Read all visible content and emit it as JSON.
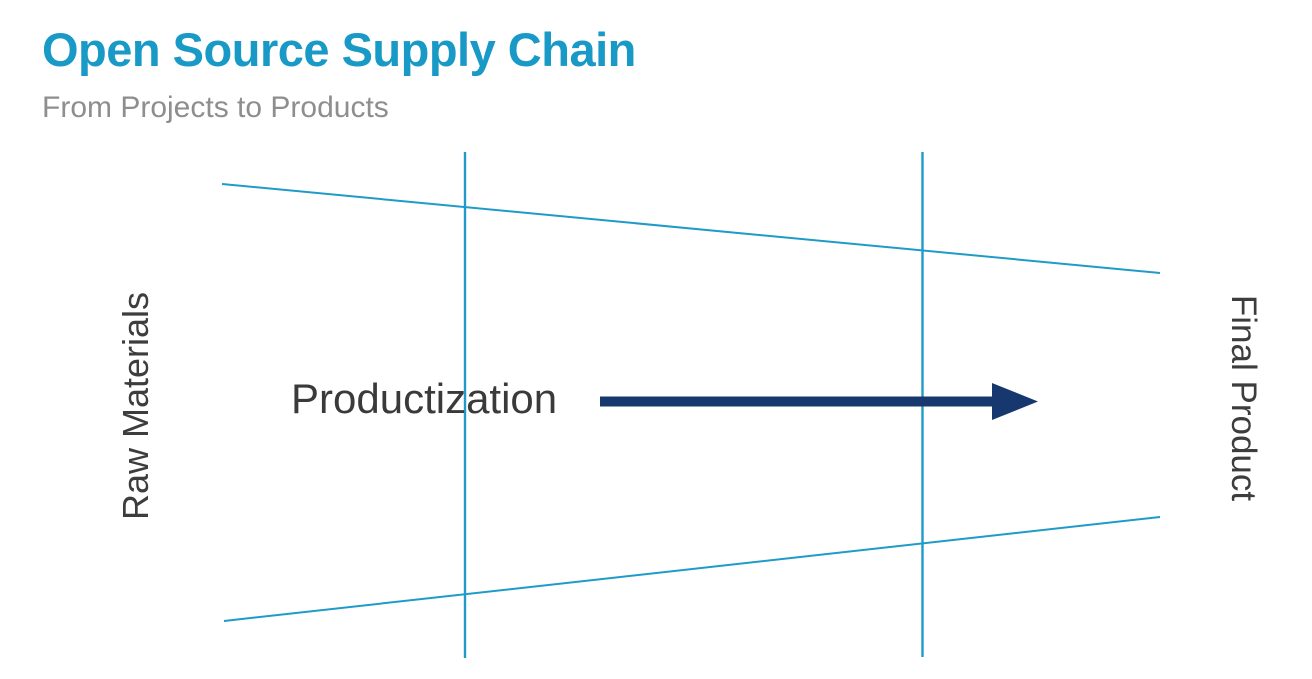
{
  "slide": {
    "title": "Open Source Supply Chain",
    "subtitle": "From Projects to Products"
  },
  "diagram": {
    "left_label": "Raw Materials",
    "right_label": "Final Product",
    "center_label": "Productization",
    "arrow_icon": "right-arrow"
  },
  "colors": {
    "title_blue": "#1899C6",
    "subtitle_gray": "#8E8E8E",
    "funnel_line_blue": "#1F9BC9",
    "arrow_navy": "#16386E",
    "label_gray": "#3D3D3D"
  }
}
